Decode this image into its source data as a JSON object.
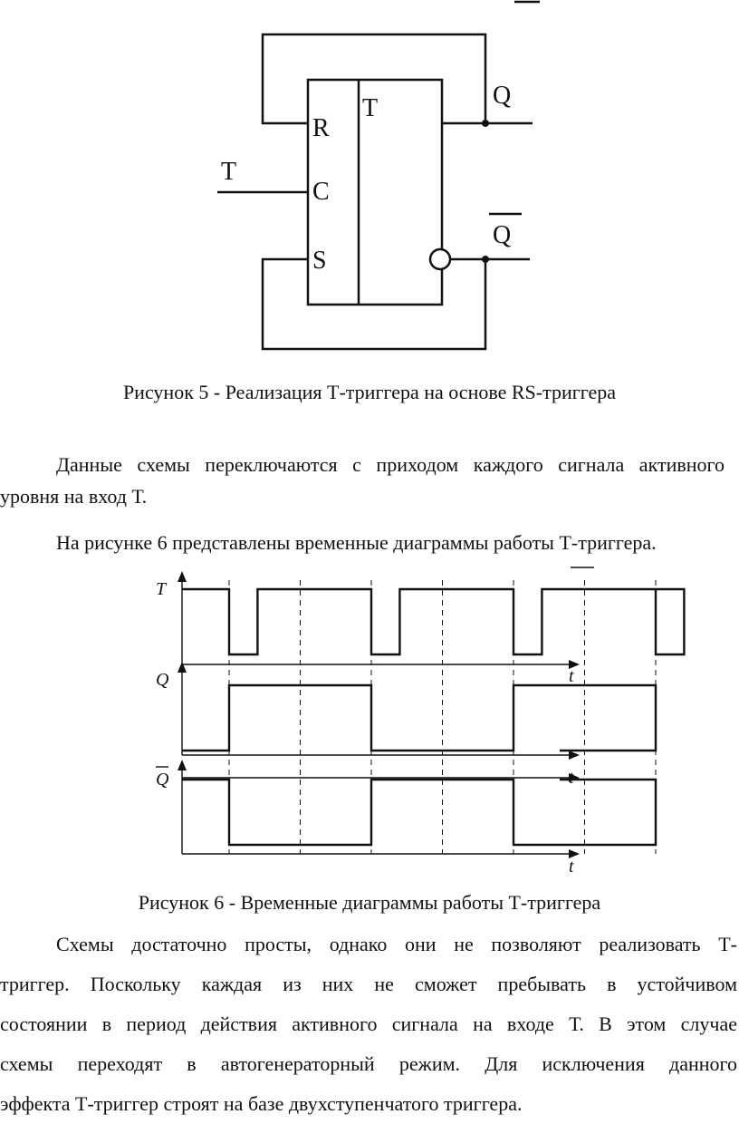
{
  "figure5": {
    "labels": {
      "r": "R",
      "c": "C",
      "s": "S",
      "t_block": "T",
      "t_input": "T",
      "q": "Q",
      "q_bar": "Q"
    },
    "caption": "Рисунок 5 - Реализация Т-триггера на основе RS-триггера"
  },
  "text": {
    "p1_line1": "Данные схемы переключаются с приходом каждого сигнала активного",
    "p1_line2": "уровня на вход Т.",
    "p2": "На рисунке 6 представлены временные диаграммы работы Т-триггера.",
    "p3_lines": [
      "Схемы достаточно просты, однако они не позволяют реализовать Т-",
      "триггер. Поскольку каждая из них не сможет пребывать в устойчивом",
      "состоянии в период действия активного сигнала на входе Т. В этом случае",
      "схемы переходят в автогенераторный режим. Для исключения данного",
      "эффекта Т-триггер строят на базе двухступенчатого триггера."
    ]
  },
  "figure6": {
    "caption": "Рисунок 6 - Временные диаграммы работы Т-триггера",
    "chart_data": {
      "type": "line",
      "x_label": "t",
      "series": [
        {
          "name": "T",
          "levels": [
            1,
            0,
            1,
            0,
            1,
            0,
            1,
            0,
            1
          ],
          "transitions": [
            1,
            1.4,
            3.0,
            3.4,
            5.0,
            5.4,
            7.0,
            7.4
          ]
        },
        {
          "name": "Q",
          "levels": [
            0,
            1,
            0,
            1,
            0
          ],
          "transitions": [
            1,
            3,
            5,
            7
          ]
        },
        {
          "name": "Q",
          "overbar": true,
          "levels": [
            1,
            0,
            1,
            0,
            1
          ],
          "transitions": [
            1,
            3,
            5,
            7
          ]
        }
      ]
    }
  }
}
